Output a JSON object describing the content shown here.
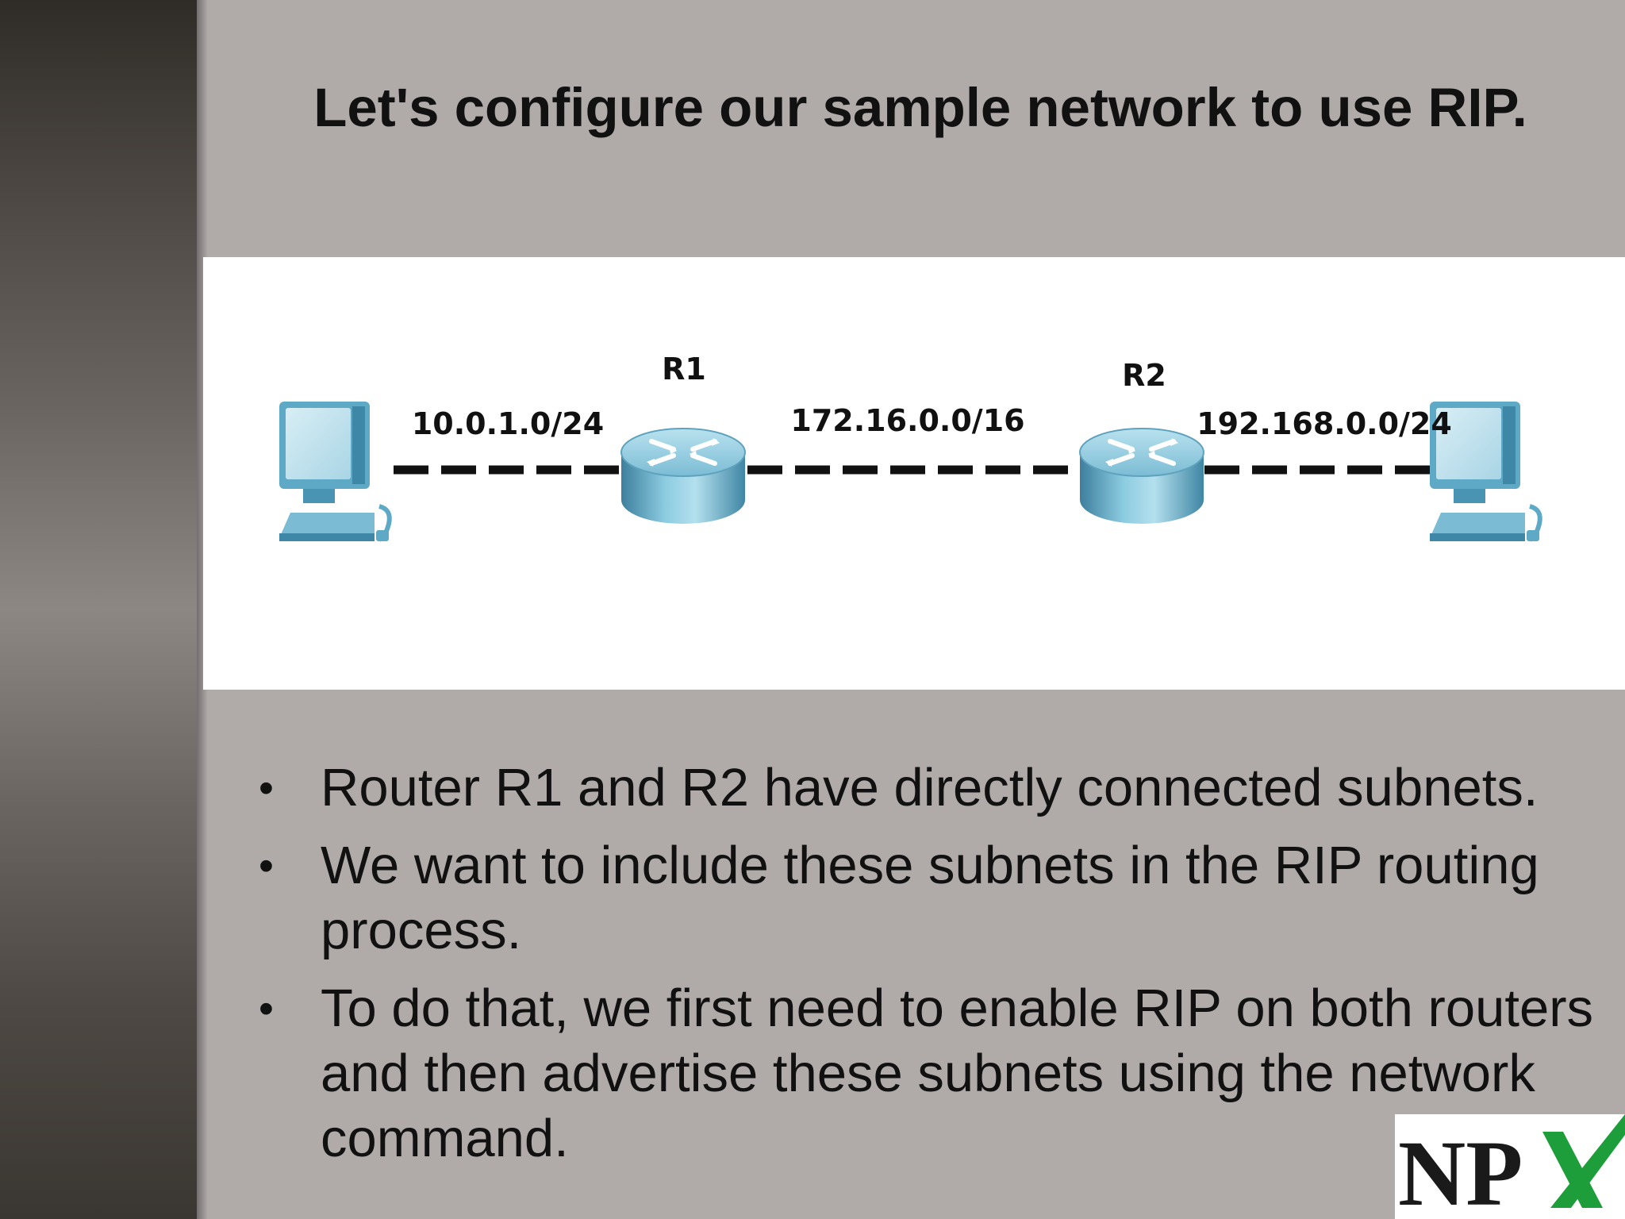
{
  "slide": {
    "title": "Let's configure our sample network to use RIP.",
    "bullets": [
      "Router R1 and R2 have directly connected subnets.",
      "We want to include these subnets in the RIP routing process.",
      "To do that, we first need to enable RIP on both routers and then advertise these subnets using the network command."
    ]
  },
  "diagram": {
    "routers": [
      {
        "label": "R1"
      },
      {
        "label": "R2"
      }
    ],
    "links": [
      {
        "label": "10.0.1.0/24"
      },
      {
        "label": "172.16.0.0/16"
      },
      {
        "label": "192.168.0.0/24"
      }
    ],
    "hosts": [
      {
        "icon": "computer-icon"
      },
      {
        "icon": "computer-icon"
      }
    ]
  },
  "logo": {
    "text": "NPX",
    "colors": {
      "letters": "#1a1a1a",
      "x": "#1e9e3a"
    }
  },
  "colors": {
    "background": "#b0aaa9",
    "sidebar": "#5a5550",
    "panel": "#ffffff",
    "router": "#5fa6c4",
    "computer": "#6ab1cc",
    "link": "#111111"
  }
}
